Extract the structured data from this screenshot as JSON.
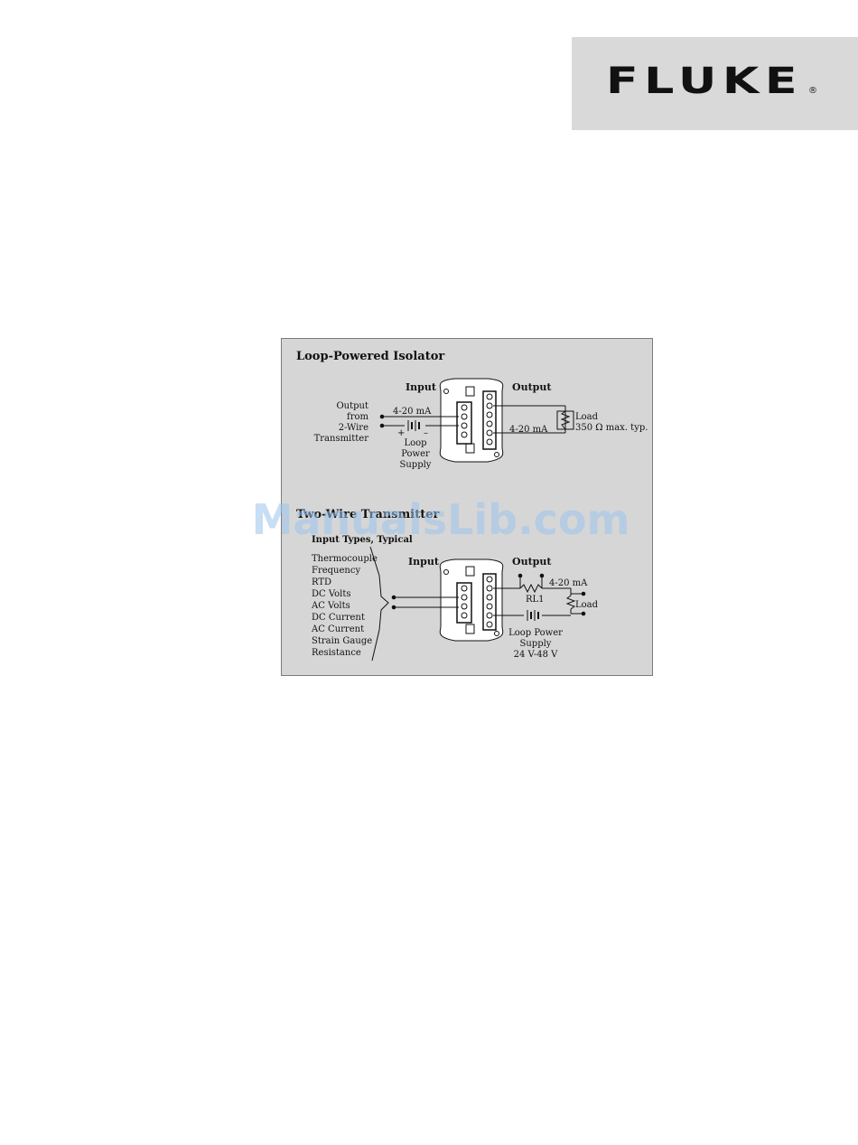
{
  "brand": {
    "logo_text": "FLUKE",
    "registered_mark": "®"
  },
  "colors": {
    "logo_box": "#d9d9d9",
    "panel": "#d6d6d6",
    "ink": "#111111",
    "watermark": "#9cc4ec"
  },
  "isolator": {
    "title": "Loop-Powered Isolator",
    "input_header": "Input",
    "output_header": "Output",
    "source_label": [
      "Output",
      "from",
      "2-Wire",
      "Transmitter"
    ],
    "input_current": "4-20 mA",
    "plus": "+",
    "minus": "–",
    "supply_label": [
      "Loop",
      "Power",
      "Supply"
    ],
    "output_current": "4-20 mA",
    "load_label": [
      "Load",
      "350 Ω max. typ."
    ]
  },
  "transmitter": {
    "title": "Two-Wire Transmitter",
    "input_types_header": "Input Types, Typical",
    "input_types": [
      "Thermocouple",
      "Frequency",
      "RTD",
      "DC Volts",
      "AC Volts",
      "DC Current",
      "AC Current",
      "Strain Gauge",
      "Resistance"
    ],
    "input_header": "Input",
    "output_header": "Output",
    "output_current": "4-20 mA",
    "rl_label": "RL1",
    "load_label": "Load",
    "supply_label": [
      "Loop Power",
      "Supply",
      "24 V-48 V"
    ]
  },
  "watermark": "ManualsLib.com"
}
